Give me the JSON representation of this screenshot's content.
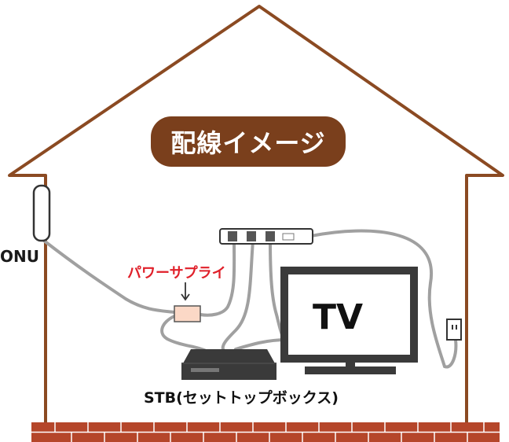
{
  "title": "配線イメージ",
  "labels": {
    "onu": "ONU",
    "power_supply": "パワーサプライ",
    "tv": "TV",
    "stb": "STB(セットトップボックス)"
  },
  "colors": {
    "house_outline": "#8b4a22",
    "title_badge": "#7a3f1c",
    "brick": "#b5462a",
    "power_supply_label": "#e0202a",
    "cable": "#9a9a9a"
  }
}
